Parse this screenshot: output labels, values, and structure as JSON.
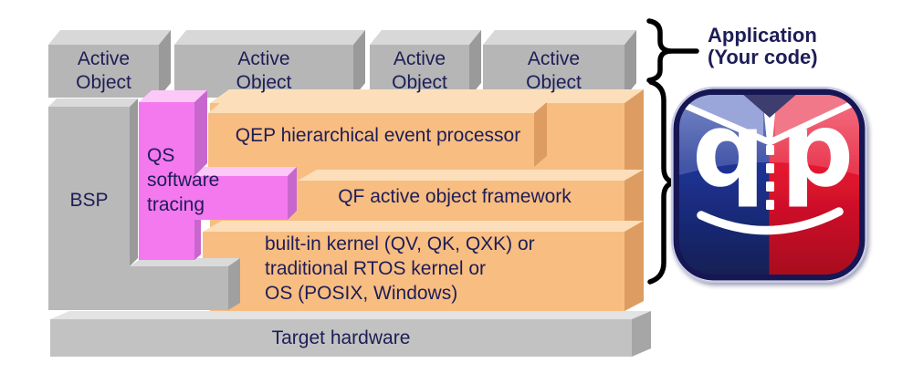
{
  "active_objects": [
    {
      "label": "Active\nObject"
    },
    {
      "label": "Active\nObject"
    },
    {
      "label": "Active\nObject"
    },
    {
      "label": "Active\nObject"
    }
  ],
  "bsp": {
    "label": "BSP"
  },
  "qs": {
    "label": "QS\nsoftware\ntracing"
  },
  "layers": {
    "qep": {
      "label": "QEP hierarchical event processor"
    },
    "qf": {
      "label": "QF active object framework"
    },
    "kernel": {
      "label": "built-in kernel (QV, QK, QXK) or\ntraditional RTOS kernel or\nOS (POSIX, Windows)"
    },
    "hardware": {
      "label": "Target hardware"
    }
  },
  "annotations": {
    "application": {
      "label": "Application\n(Your code)"
    }
  },
  "logo": {
    "left_letter": "q",
    "right_letter": "p"
  },
  "colors": {
    "gray_front": "#b6b6b6",
    "gray_top": "#d8d8d8",
    "gray_side": "#9a9a9a",
    "hardware_front": "#c2c2c2",
    "orange_front": "#f8bd81",
    "orange_top": "#fcdfba",
    "orange_side": "#dd9d62",
    "pink_front": "#f478ee",
    "pink_top": "#fbc8f7",
    "pink_side": "#c767ce",
    "text_navy": "#1d1d57",
    "bracket_black": "#000000",
    "logo_blue": "#1e3390",
    "logo_red": "#e81a35"
  }
}
